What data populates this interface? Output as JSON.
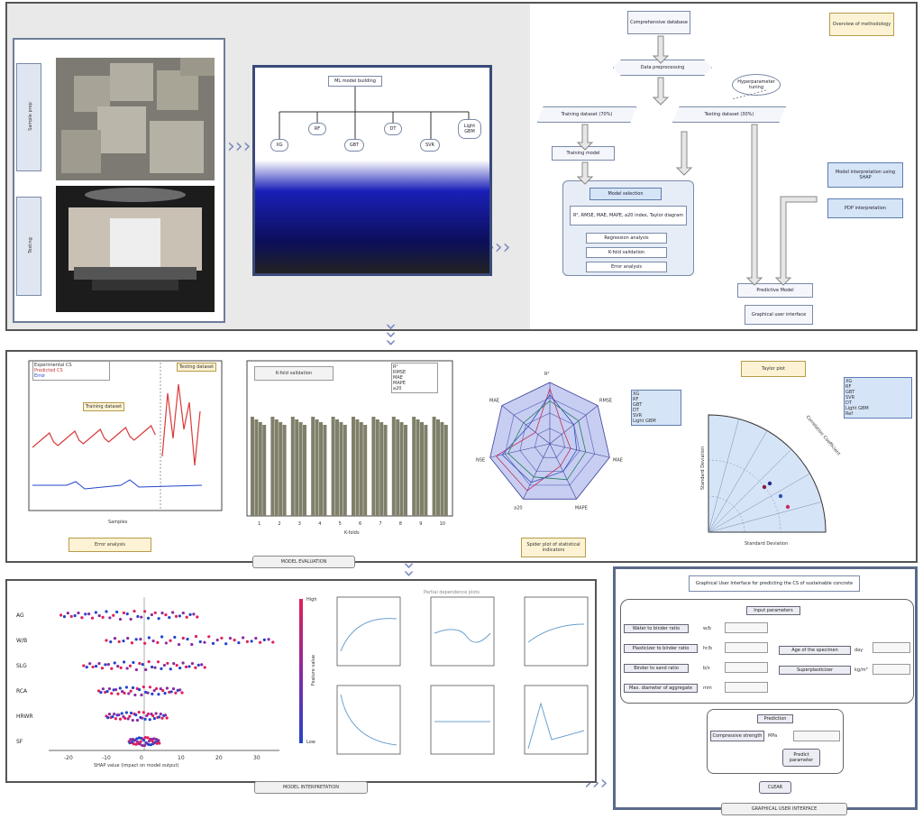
{
  "arrows": {
    "chevron": "›››"
  },
  "panel_a": {
    "side_labels": [
      "Sample prep",
      "Testing"
    ],
    "tree": {
      "root": "ML model building",
      "leaves": [
        "XG",
        "RF",
        "GBT",
        "DT",
        "SVR",
        "Light GBM"
      ]
    },
    "flow": {
      "title": "Overview of methodology",
      "steps": {
        "database": "Comprehensive database",
        "preprocess": "Data preprocessing",
        "training": "Training dataset (70%)",
        "testing": "Testing dataset (30%)",
        "training_model": "Training model",
        "hyper": "Hyperparameter tuning",
        "model_sel": "Model selection",
        "criteria": "R², RMSE, MAE, MAPE, a20 index, Taylor diagram",
        "regression": "Regression analysis",
        "kfold": "K-fold validation",
        "error": "Error analysis",
        "shap": "Model interpretation using SHAP",
        "pdp": "PDP interpretation",
        "prediction": "Predictive Model",
        "gui": "Graphical user interface"
      }
    }
  },
  "panel_b": {
    "error_chart": {
      "legend": [
        "Experimental CS",
        "Predicted CS",
        "Error"
      ],
      "tags": [
        "Training dataset",
        "Testing dataset"
      ],
      "xlabel": "Samples",
      "footer": "Error analysis"
    },
    "kfold_chart": {
      "title": "K-fold validation",
      "xlabel": "K-folds",
      "xticks": [
        "1",
        "2",
        "3",
        "4",
        "5",
        "6",
        "7",
        "8",
        "9",
        "10"
      ],
      "legend": [
        "R²",
        "RMSE",
        "MAE",
        "MAPE",
        "a20"
      ]
    },
    "radar_chart": {
      "axes": [
        "R²",
        "RMSE",
        "MAE",
        "MAPE",
        "a20",
        "NSE",
        "MAE"
      ],
      "legend": [
        "XG",
        "RF",
        "GBT",
        "DT",
        "SVR",
        "Light GBM"
      ],
      "footer": "Spider plot of statistical indicators"
    },
    "taylor_chart": {
      "title": "Taylor plot",
      "xlabel": "Standard Deviation",
      "ylabel": "Standard Deviation",
      "corr_label": "Correlation Coefficient",
      "legend": [
        "XG",
        "RF",
        "GBT",
        "SVR",
        "DT",
        "Light GBM",
        "Ref"
      ]
    },
    "footer": "MODEL EVALUATION"
  },
  "panel_c": {
    "features": [
      "AG",
      "W/B",
      "SLG",
      "RCA",
      "HRWR",
      "SF"
    ],
    "xticks": [
      "-20",
      "-10",
      "0",
      "10",
      "20",
      "30"
    ],
    "xlabel": "SHAP value (impact on model output)",
    "colorbar": {
      "high": "High",
      "low": "Low",
      "label": "Feature value"
    },
    "pdp_title": "Partial dependence plots",
    "footer": "MODEL INTERPRETATION"
  },
  "panel_d": {
    "title": "Graphical User Interface for predicting the CS of sustainable concrete",
    "inputs_label": "Input parameters",
    "left_fields": [
      {
        "label": "Water to binder ratio",
        "unit": "w/b"
      },
      {
        "label": "Plasticizer to binder ratio",
        "unit": "hr/b"
      },
      {
        "label": "Binder to sand ratio",
        "unit": "b/s"
      },
      {
        "label": "Max. diameter of aggregate",
        "unit": "mm"
      }
    ],
    "right_fields": [
      {
        "label": "Age of the specimen",
        "unit": "day"
      },
      {
        "label": "Superplasticizer",
        "unit": "kg/m³"
      }
    ],
    "prediction_label": "Prediction",
    "output_label": "Compressive strength",
    "output_unit": "MPa",
    "predict_button": "Predict parameter",
    "clear_button": "CLEAR",
    "footer": "GRAPHICAL USER INTERFACE"
  },
  "colors": {
    "accent_blue": "#1c1fd0",
    "shap_high": "#e0205a",
    "shap_low": "#2244cc",
    "bar": "#7f7f6a"
  }
}
